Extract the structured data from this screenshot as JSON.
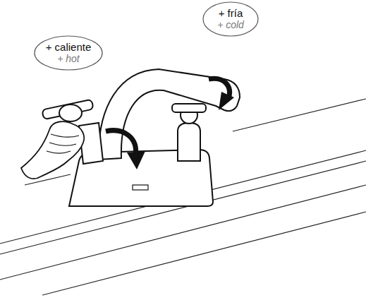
{
  "diagram": {
    "nodes": [
      {
        "text": [
          "+ caliente",
          "+ hot"
        ]
      },
      {
        "text": [
          "+ fría",
          "+ cold"
        ]
      }
    ]
  }
}
